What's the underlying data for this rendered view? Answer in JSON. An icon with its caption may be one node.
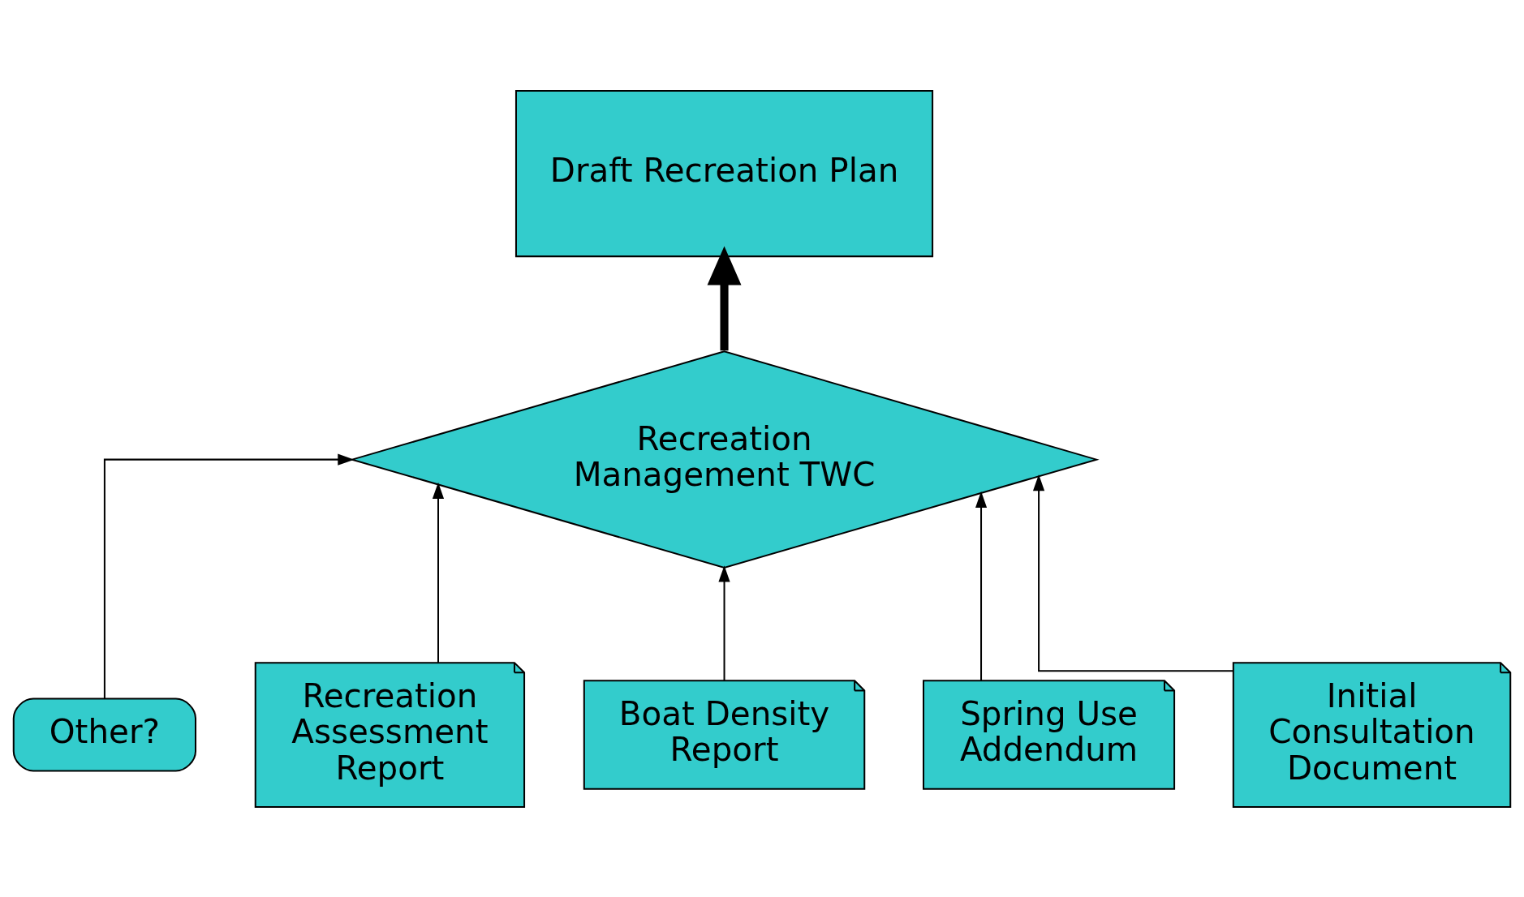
{
  "diagram": {
    "nodes": [
      {
        "text": [
          "Draft Recreation Plan"
        ]
      },
      {
        "text": [
          "Other?"
        ]
      },
      {
        "text": [
          "Recreation Management TWC"
        ]
      },
      {
        "text": [
          "Recreation Assessment Report"
        ]
      },
      {
        "text": [
          "Boat Density Report"
        ]
      },
      {
        "text": [
          "Spring Use Addendum"
        ]
      },
      {
        "text": [
          "Initial Consultation Document"
        ]
      }
    ],
    "edges": [
      {
        "from": 2,
        "to": 0,
        "arrow": "to",
        "style": "thick"
      },
      {
        "from": 1,
        "to": 2,
        "arrow": "to"
      },
      {
        "from": 3,
        "to": 2,
        "arrow": "to"
      },
      {
        "from": 4,
        "to": 2,
        "arrow": "to"
      },
      {
        "from": 5,
        "to": 2,
        "arrow": "to"
      },
      {
        "from": 6,
        "to": 2,
        "arrow": "to"
      }
    ]
  }
}
